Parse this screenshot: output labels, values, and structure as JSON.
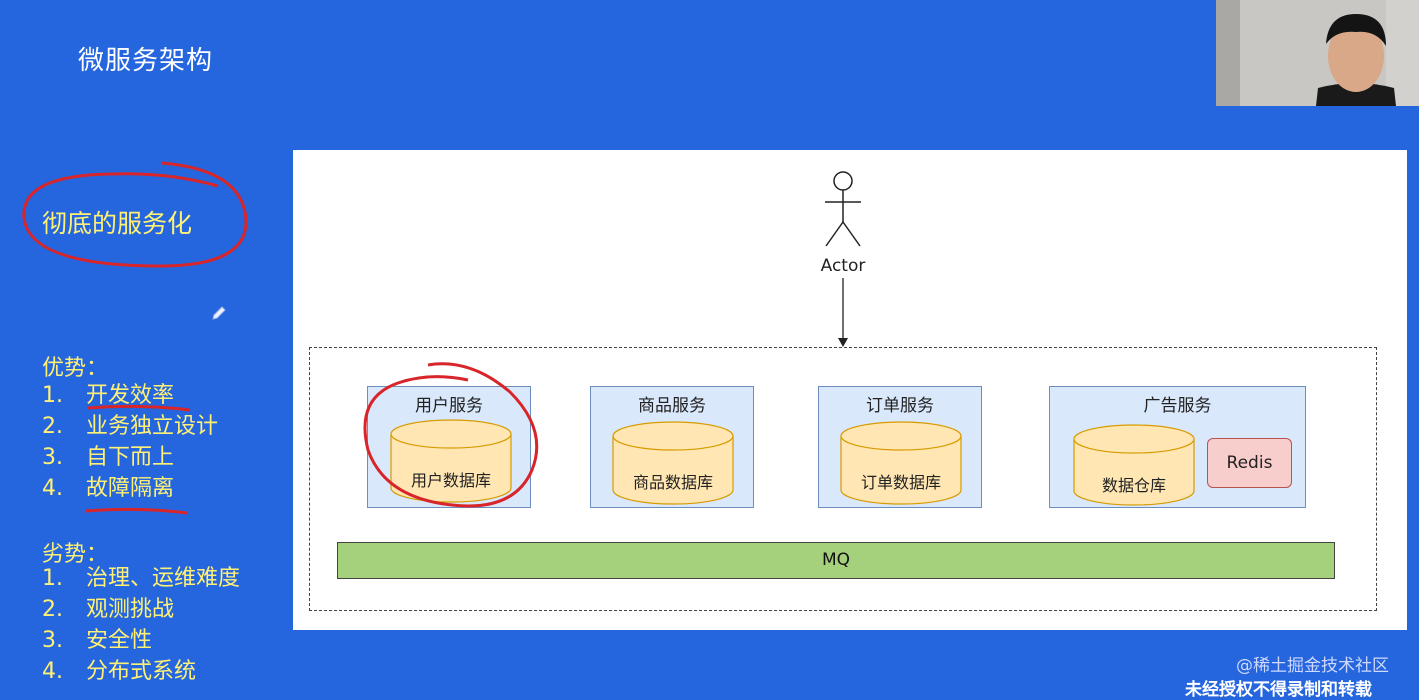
{
  "slide": {
    "title": "微服务架构",
    "highlight": "彻底的服务化"
  },
  "advantages": {
    "title": "优势：",
    "items": [
      {
        "num": "1.",
        "text": "开发效率"
      },
      {
        "num": "2.",
        "text": "业务独立设计"
      },
      {
        "num": "3.",
        "text": "自下而上"
      },
      {
        "num": "4.",
        "text": "故障隔离"
      }
    ]
  },
  "disadvantages": {
    "title": "劣势：",
    "items": [
      {
        "num": "1.",
        "text": "治理、运维难度"
      },
      {
        "num": "2.",
        "text": "观测挑战"
      },
      {
        "num": "3.",
        "text": "安全性"
      },
      {
        "num": "4.",
        "text": "分布式系统"
      }
    ]
  },
  "diagram": {
    "actor": "Actor",
    "services": [
      {
        "name": "用户服务",
        "db": "用户数据库"
      },
      {
        "name": "商品服务",
        "db": "商品数据库"
      },
      {
        "name": "订单服务",
        "db": "订单数据库"
      },
      {
        "name": "广告服务",
        "db": "数据仓库"
      }
    ],
    "redis": "Redis",
    "mq": "MQ"
  },
  "footer": {
    "watermark": "@稀土掘金技术社区",
    "notice": "未经授权不得录制和转载"
  },
  "colors": {
    "background": "#2566df",
    "service_fill": "#dae8fc",
    "db_fill": "#ffe6b3",
    "mq_fill": "#a6d17c",
    "redis_fill": "#f8cecc",
    "ink_red": "#d8252a"
  }
}
